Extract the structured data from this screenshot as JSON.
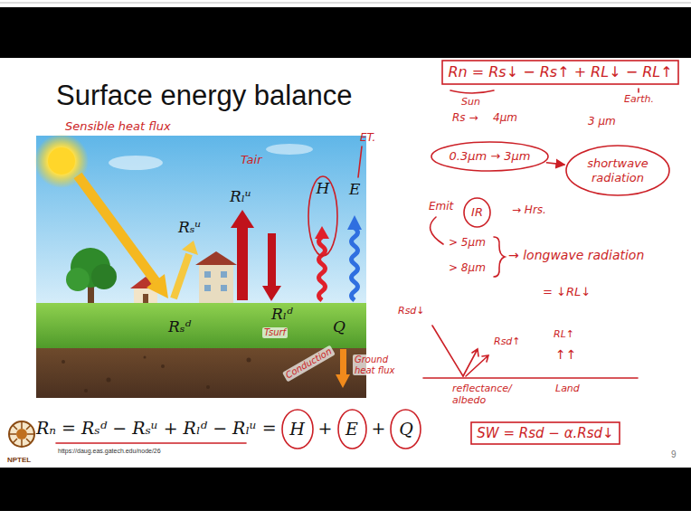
{
  "diagram": {
    "title": "Surface energy balance",
    "nodes": [
      {
        "text": [
          "Rn = Rs↓ − Rs↑ + RL↓ − RL↑"
        ]
      },
      {
        "text": [
          "0.3μm → 3μm"
        ]
      },
      {
        "text": [
          "shortwave radiation"
        ]
      },
      {
        "text": [
          "IR"
        ]
      },
      {
        "text": [
          "SW = Rsd − α.Rsd↓"
        ]
      },
      {
        "text": [
          "H"
        ]
      },
      {
        "text": [
          "H"
        ]
      },
      {
        "text": [
          "E"
        ]
      },
      {
        "text": [
          "Q"
        ]
      }
    ],
    "edges": [
      {
        "from": 1,
        "to": 2,
        "arrow": "to"
      }
    ],
    "labels": [
      "Sensible heat flux",
      "Tair",
      "ET.",
      "Rₛᵈ",
      "Rₛᵘ",
      "Rₗᵘ",
      "Rₗᵈ",
      "E",
      "Q",
      "Tsurf",
      "Conduction",
      "Ground heat flux",
      "Sun",
      "Earth.",
      "Rs →",
      "4μm",
      "3 μm",
      "Emit",
      "→ Hrs.",
      "> 5μm",
      "> 8μm",
      "→ longwave radiation",
      "= ↓RL↓",
      "Rsd↓",
      "Rsd↑",
      "RL↑",
      "↑↑",
      "Land",
      "reflectance/ albedo",
      "Rₙ = Rₛᵈ − Rₛᵘ + Rₗᵈ − Rₗᵘ =",
      "+",
      "+",
      "https://daug.eas.gatech.edu/node/26",
      "NPTEL",
      "9"
    ]
  }
}
